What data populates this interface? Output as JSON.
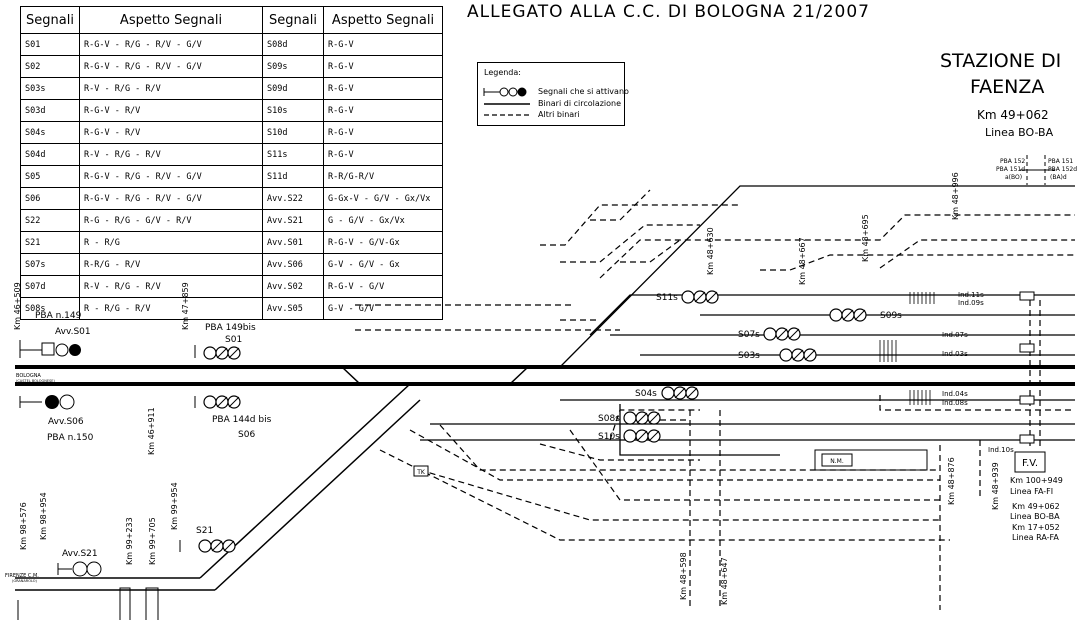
{
  "header": {
    "title": "ALLEGATO ALLA C.C. DI BOLOGNA 21/2007"
  },
  "station": {
    "name_line1": "STAZIONE DI",
    "name_line2": "FAENZA",
    "km": "Km 49+062",
    "line": "Linea BO-BA"
  },
  "legend": {
    "title": "Legenda:",
    "items": [
      "Segnali che si attivano",
      "Binari di circolazione",
      "Altri binari"
    ]
  },
  "table": {
    "headers": [
      "Segnali",
      "Aspetto Segnali",
      "Segnali",
      "Aspetto Segnali"
    ],
    "rows": [
      [
        "S01",
        "R-G-V - R/G - R/V - G/V",
        "S08d",
        "R-G-V"
      ],
      [
        "S02",
        "R-G-V - R/G - R/V - G/V",
        "S09s",
        "R-G-V"
      ],
      [
        "S03s",
        "R-V - R/G - R/V",
        "S09d",
        "R-G-V"
      ],
      [
        "S03d",
        "R-G-V - R/V",
        "S10s",
        "R-G-V"
      ],
      [
        "S04s",
        "R-G-V - R/V",
        "S10d",
        "R-G-V"
      ],
      [
        "S04d",
        "R-V - R/G - R/V",
        "S11s",
        "R-G-V"
      ],
      [
        "S05",
        "R-G-V - R/G - R/V - G/V",
        "S11d",
        "R-R/G-R/V"
      ],
      [
        "S06",
        "R-G-V - R/G - R/V - G/V",
        "Avv.S22",
        "G-Gx-V - G/V - Gx/Vx"
      ],
      [
        "S22",
        "R-G - R/G - G/V - R/V",
        "Avv.S21",
        "G - G/V - Gx/Vx"
      ],
      [
        "S21",
        "R - R/G",
        "Avv.S01",
        "R-G-V - G/V-Gx"
      ],
      [
        "S07s",
        "R-R/G - R/V",
        "Avv.S06",
        "G-V - G/V - Gx"
      ],
      [
        "S07d",
        "R-V - R/G - R/V",
        "Avv.S02",
        "R-G-V - G/V"
      ],
      [
        "S08s",
        "R - R/G - R/V",
        "Avv.S05",
        "G-V - G/V"
      ]
    ]
  },
  "diagram": {
    "left_labels": {
      "pba149": "PBA n.149",
      "avvS01": "Avv.S01",
      "bologna": "BOLOGNA",
      "bologna_sub": "(CASTEL BOLOGNESE)",
      "avvS06": "Avv.S06",
      "pba150": "PBA n.150",
      "avvS21": "Avv.S21",
      "firenze": "FIRENZE C.M.",
      "firenze_sub": "(GRANAROLO)"
    },
    "mid_labels": {
      "pba149bis": "PBA 149bis",
      "s01": "S01",
      "pba144bis": "PBA 144d bis",
      "s06": "S06",
      "s21": "S21",
      "tk": "TK"
    },
    "signal_labels": {
      "s11s": "S11s",
      "s09s": "S09s",
      "s07s": "S07s",
      "s03s": "S03s",
      "s04s": "S04s",
      "s08s": "S08s",
      "s10s": "S10s"
    },
    "right_labels": {
      "ind11s": "Ind.11s",
      "ind09s": "Ind.09s",
      "ind07s": "Ind.07s",
      "ind03s": "Ind.03s",
      "ind04s": "Ind.04s",
      "ind08s": "Ind.08s",
      "ind10s": "Ind.10s",
      "nm": "N.M.",
      "fv": "F.V.",
      "pba152": "PBA 152",
      "pba151d": "PBA 151d",
      "pba151d_sub": "a(BO)",
      "pba151": "PBA 151",
      "pba152d": "PBA 152d",
      "pba152d_sub": "(BA)d"
    },
    "km_markers": {
      "k46509": "Km 46+509",
      "k47859": "Km 47+859",
      "k46911": "Km 46+911",
      "k98576": "Km 98+576",
      "k98954": "Km 98+954",
      "k99233": "Km 99+233",
      "k99705": "Km 99+705",
      "k99954": "Km 99+954",
      "k48630": "Km 48+630",
      "k48667": "Km 48+667",
      "k48695": "Km 48+695",
      "k48996": "Km 48+996",
      "k48598": "Km 48+598",
      "k48647": "Km 48+647",
      "k48876": "Km 48+876",
      "k48939": "Km 48+939"
    },
    "km_box": [
      "Km 100+949",
      "Linea FA-FI",
      "Km 49+062",
      "Linea BO-BA",
      "Km 17+052",
      "Linea RA-FA"
    ]
  }
}
